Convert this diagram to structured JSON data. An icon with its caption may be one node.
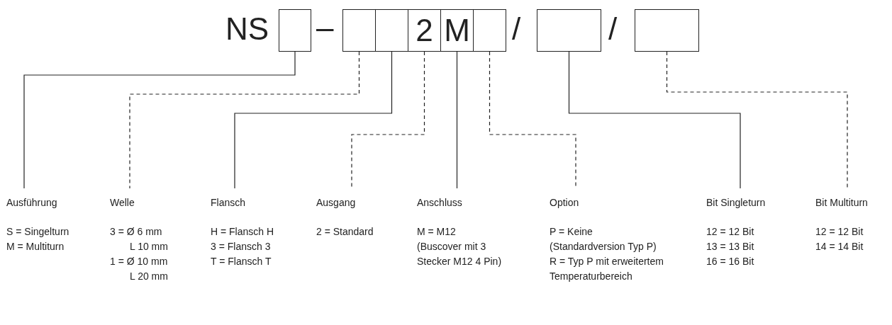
{
  "diagram": {
    "nodes": [
      {
        "text": [],
        "shape": "box"
      },
      {
        "text": [],
        "shape": "box"
      },
      {
        "text": [],
        "shape": "box"
      },
      {
        "text": [
          "2"
        ]
      },
      {
        "text": [
          "M"
        ]
      },
      {
        "text": [],
        "shape": "box"
      },
      {
        "text": [],
        "shape": "box"
      },
      {
        "text": [],
        "shape": "box"
      },
      {
        "text": [
          "Ausführung",
          "S = Singelturn",
          "M = Multiturn"
        ]
      },
      {
        "text": [
          "Welle",
          "3 = Ø 6 mm L 10 mm",
          "1 = Ø 10 mm L 20 mm"
        ]
      },
      {
        "text": [
          "Flansch",
          "H = Flansch H",
          "3 = Flansch 3",
          "T = Flansch T"
        ]
      },
      {
        "text": [
          "Ausgang",
          "2 = Standard"
        ]
      },
      {
        "text": [
          "Anschluss",
          "M = M12",
          "(Buscover mit 3 Stecker M12 4 Pin)"
        ]
      },
      {
        "text": [
          "Option",
          "P = Keine",
          "(Standardversion Typ P)",
          "R = Typ P mit erweitertem Temperaturbereich"
        ]
      },
      {
        "text": [
          "Bit Singleturn",
          "12 = 12 Bit",
          "13 = 13 Bit",
          "16 = 16 Bit"
        ]
      },
      {
        "text": [
          "Bit Multiturn",
          "12 = 12 Bit",
          "14 = 14 Bit"
        ]
      }
    ],
    "edges": [
      {
        "from": 0,
        "to": 8,
        "arrow": "none"
      },
      {
        "from": 1,
        "to": 9,
        "arrow": "none",
        "style": "dashed"
      },
      {
        "from": 2,
        "to": 10,
        "arrow": "none"
      },
      {
        "from": 3,
        "to": 11,
        "arrow": "none",
        "style": "dashed"
      },
      {
        "from": 4,
        "to": 12,
        "arrow": "none"
      },
      {
        "from": 5,
        "to": 13,
        "arrow": "none",
        "style": "dashed"
      },
      {
        "from": 6,
        "to": 14,
        "arrow": "none"
      },
      {
        "from": 7,
        "to": 15,
        "arrow": "none",
        "style": "dashed"
      }
    ],
    "labels": [
      "NS",
      "–",
      "/",
      "/"
    ]
  }
}
